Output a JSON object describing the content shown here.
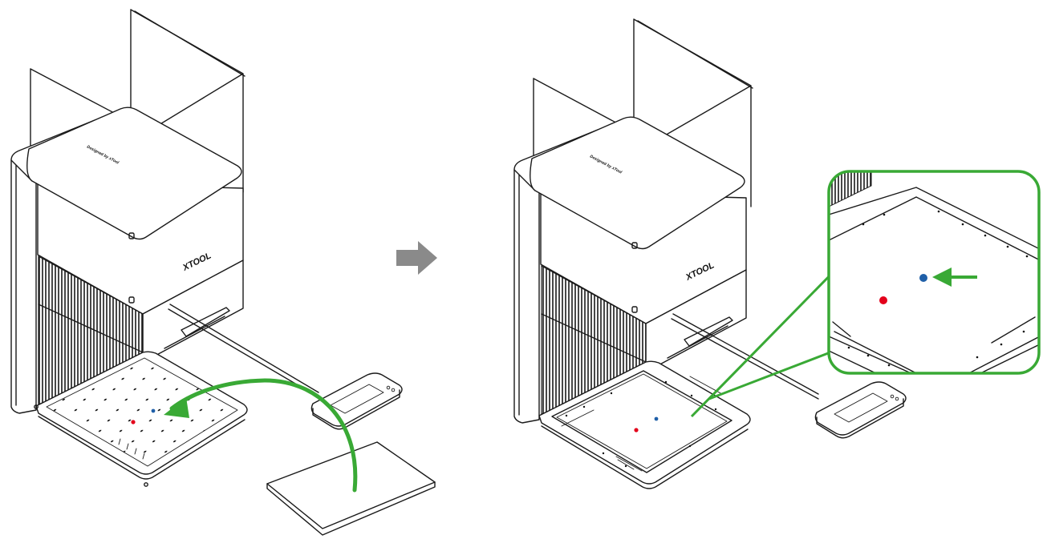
{
  "steps": [
    {
      "id": "step-1",
      "brand_label": "XTOOL",
      "lid_label": "Designed by xTool"
    },
    {
      "id": "step-2",
      "brand_label": "XTOOL",
      "lid_label": "Designed by xTool"
    }
  ],
  "markers": {
    "red": "#e3001b",
    "blue": "#1f5fa8"
  },
  "colors": {
    "arrow_green": "#39a935",
    "transition_arrow_gray": "#8a8a8a"
  },
  "icons": {
    "transition": "right-arrow-icon",
    "place_material": "curved-arrow-icon",
    "move_marker": "left-arrow-icon"
  }
}
